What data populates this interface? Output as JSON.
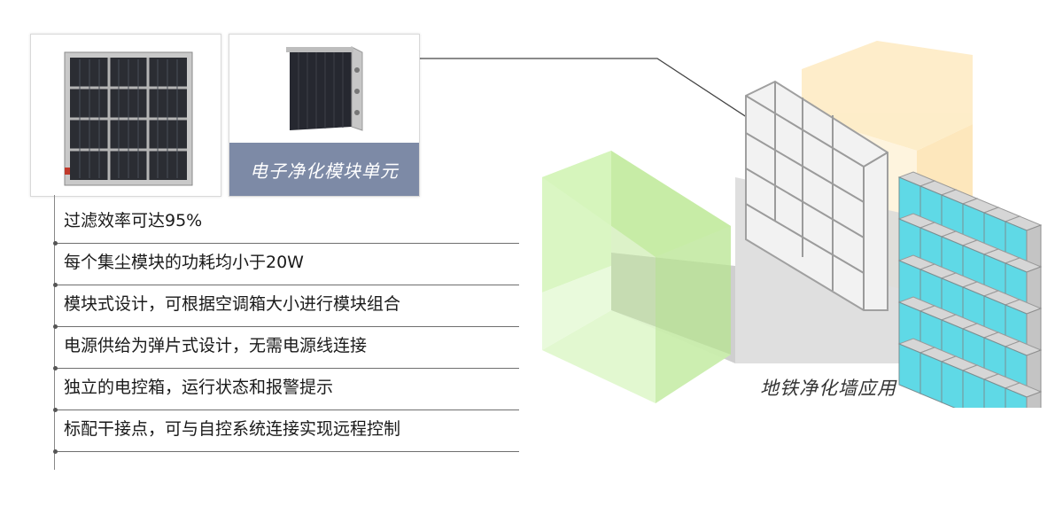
{
  "module_caption": "电子净化模块单元",
  "scene_caption": "地铁净化墙应用",
  "features": [
    "过滤效率可达95%",
    "每个集尘模块的功耗均小于20W",
    "模块式设计，可根据空调箱大小进行模块组合",
    "电源供给为弹片式设计，无需电源线连接",
    "独立的电控箱，运行状态和报警提示",
    "标配干接点，可与自控系统连接实现远程控制"
  ],
  "colors": {
    "caption_band": "#7d8aa6",
    "green_volume": "#c9f0a6",
    "yellow_volume": "#fde7b8",
    "cell_cyan": "#5fd9e6"
  }
}
